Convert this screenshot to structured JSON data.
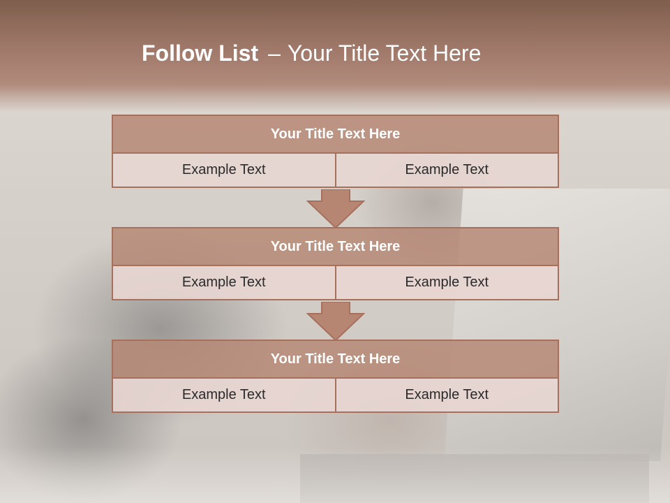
{
  "slide": {
    "title_bold": "Follow List",
    "title_separator": "–",
    "title_rest": "Your Title Text Here"
  },
  "blocks": [
    {
      "title": "Your Title Text Here",
      "left": "Example Text",
      "right": "Example Text"
    },
    {
      "title": "Your Title Text Here",
      "left": "Example Text",
      "right": "Example Text"
    },
    {
      "title": "Your Title Text Here",
      "left": "Example Text",
      "right": "Example Text"
    }
  ],
  "colors": {
    "header": "#a0796a",
    "block_title_fill": "#b68673",
    "border": "#a6705d",
    "cell_fill": "#e8d6d2"
  }
}
